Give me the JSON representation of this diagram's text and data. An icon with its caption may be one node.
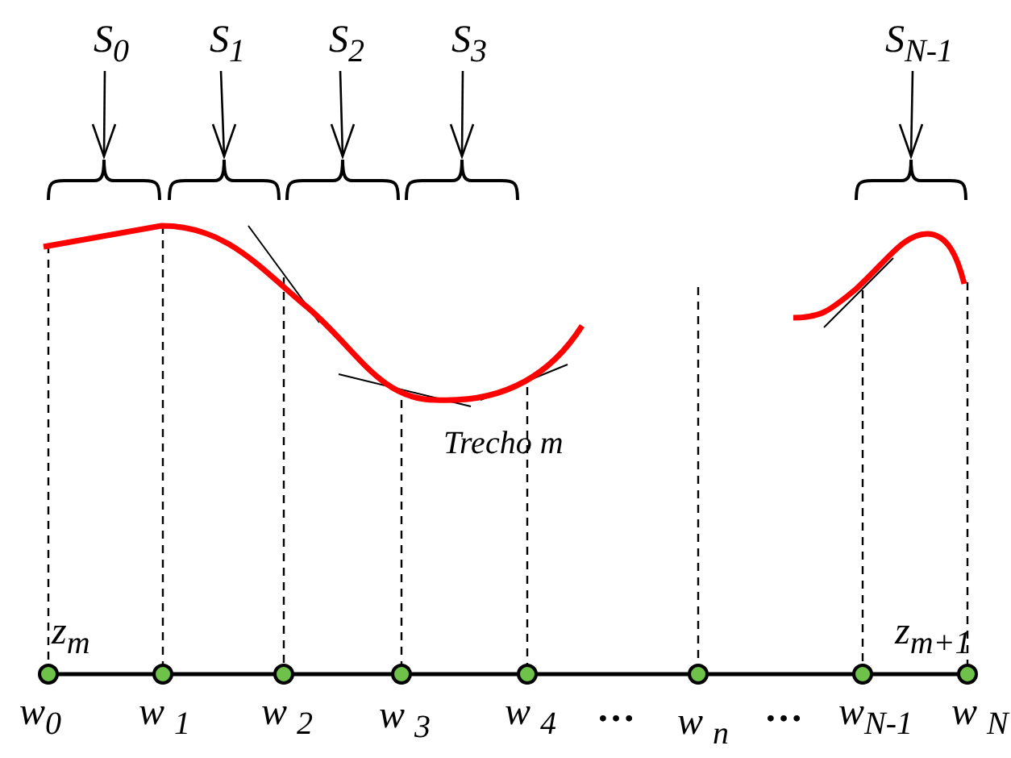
{
  "diagram": {
    "nodes": [
      {
        "text": [
          "S$_{0}$"
        ]
      },
      {
        "text": [
          "S$_{1}$"
        ]
      },
      {
        "text": [
          "S$_{2}$"
        ]
      },
      {
        "text": [
          "S$_{3}$"
        ]
      },
      {
        "text": [
          "S$_{N-1}$"
        ]
      },
      {
        "text": [],
        "shape": "brace"
      },
      {
        "text": [],
        "shape": "brace"
      },
      {
        "text": [],
        "shape": "brace"
      },
      {
        "text": [],
        "shape": "brace"
      },
      {
        "text": [],
        "shape": "brace"
      }
    ],
    "edges": [
      {
        "from": 0,
        "to": 5,
        "arrow": "to"
      },
      {
        "from": 1,
        "to": 6,
        "arrow": "to"
      },
      {
        "from": 2,
        "to": 7,
        "arrow": "to"
      },
      {
        "from": 3,
        "to": 8,
        "arrow": "to"
      },
      {
        "from": 4,
        "to": 9,
        "arrow": "to"
      }
    ],
    "labels": [
      "Trecho m",
      "z$_{m}$",
      "z$_{m+1}$",
      "w$_{0}$",
      "w $_{1}$",
      "w $_{2}$",
      "w $_{3}$",
      "w $_{4}$",
      "…",
      "w $_{n}$",
      "…",
      "w$_{N-1}$",
      "w $_{N}$"
    ]
  }
}
